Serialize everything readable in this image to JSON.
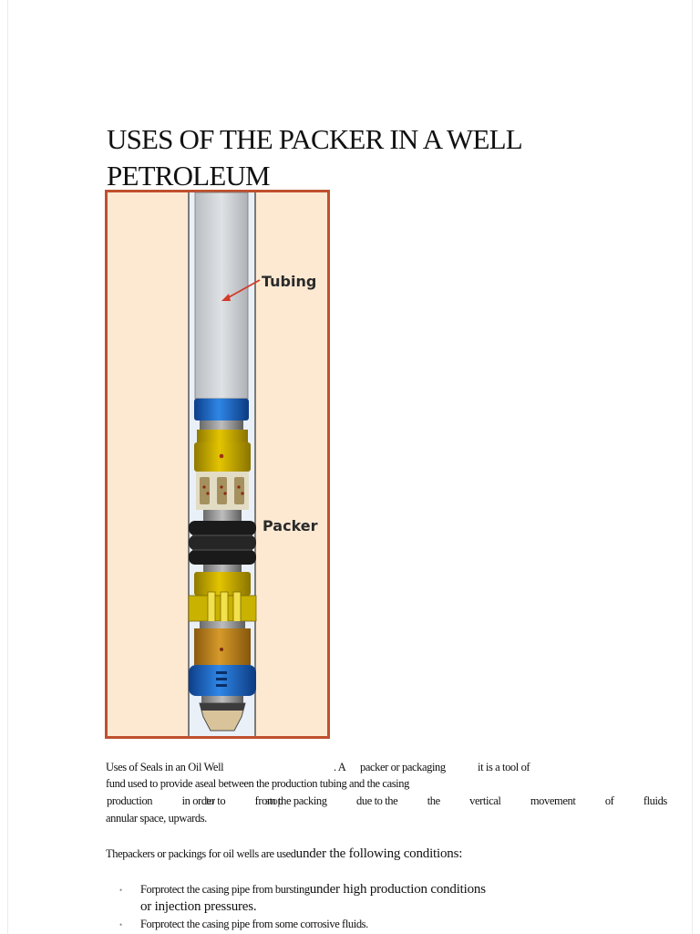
{
  "document": {
    "title_line1": "USES OF THE PACKER IN A WELL",
    "title_line2": "PETROLEUM",
    "figure": {
      "labels": {
        "tubing": "Tubing",
        "packer": "Packer"
      },
      "colors": {
        "frame": "#c0502e",
        "formation": "#fde9d2",
        "casing": "#e6eef6",
        "tubing": "#d0d3d7",
        "blue": "#1f6fd0",
        "gold": "#d1b000",
        "rubber": "#1a1a1a",
        "bronze": "#c08a20"
      }
    },
    "para1": {
      "line1_a": "Uses of Seals in an Oil Well",
      "line1_b": ". A",
      "line1_c": "packer or packaging",
      "line1_d": "it is a tool of",
      "line2": "fund used to provide aseal between the production tubing and the casing",
      "line3": [
        "production",
        "in order to",
        "from the packing",
        "due to the",
        "the",
        "vertical",
        "movement",
        "of",
        "fluids"
      ],
      "line3_overlap_a": "to",
      "line3_overlap_b": "stop",
      "line4": "annular space, upwards."
    },
    "para2": {
      "small": "Thepackers or packings for oil wells are used",
      "large": "under the following conditions:"
    },
    "bullets": [
      {
        "mark": "•",
        "small": "Forprotect the casing pipe from bursting",
        "large": "under high production conditions",
        "line2": "or injection pressures."
      },
      {
        "mark": "•",
        "small": "Forprotect the casing pipe from some corrosive fluids.",
        "large": "",
        "line2": ""
      }
    ]
  }
}
